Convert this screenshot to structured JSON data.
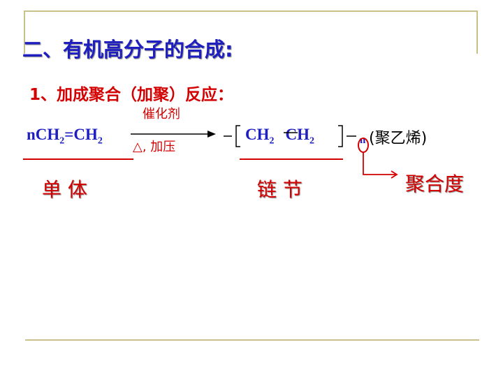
{
  "title": "二、有机高分子的合成:",
  "subtitle": "1、加成聚合（加聚）反应：",
  "reaction": {
    "catalyst": "催化剂",
    "condition": "△, 加压",
    "monomer_prefix": "nCH",
    "monomer_sub1": "2",
    "monomer_mid": "=CH",
    "monomer_sub2": "2",
    "unit_ch_a": "CH",
    "unit_sub_a": "2",
    "unit_ch_b": "CH",
    "unit_sub_b": "2",
    "degree_n": "n",
    "polymer_name": "(聚乙烯)"
  },
  "labels": {
    "monomer": "单 体",
    "chain_unit": "链 节",
    "degree": "聚合度"
  },
  "colors": {
    "title_blue": "#1f1fc0",
    "accent_red": "#d40000",
    "frame": "#c9c08a"
  }
}
